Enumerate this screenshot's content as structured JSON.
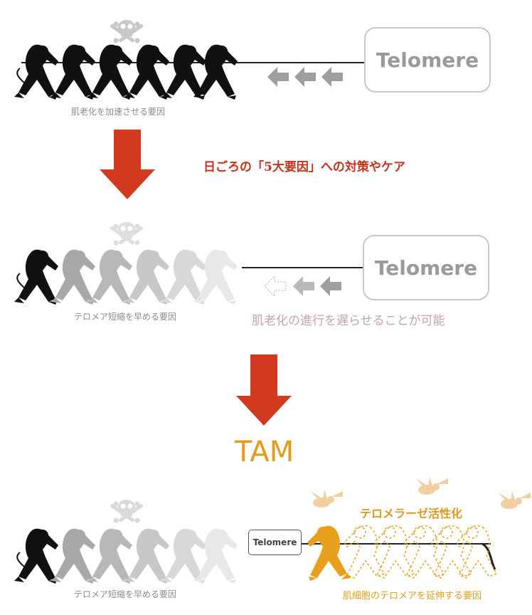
{
  "panel1": {
    "telomere_label": "Telomere",
    "caption": "肌老化を加速させる要因"
  },
  "step1_text": "日ごろの「5大要因」への対策やケア",
  "panel2": {
    "telomere_label": "Telomere",
    "caption": "テロメア短縮を早める要因",
    "slow_text": "肌老化の進行を遅らせることが可能"
  },
  "tam_label": "TAM",
  "panel3": {
    "telomere_label": "Telomere",
    "left_caption": "テロメア短縮を早める要因",
    "activation_text": "テロメラーゼ活性化",
    "right_caption": "肌細胞のテロメアを延伸する要因"
  },
  "colors": {
    "red_arrow": "#d23a1f",
    "step_text": "#c4331d",
    "tam": "#e59a18",
    "orange_figure": "#e8a01c",
    "angel": "#f2cfa0",
    "gray_arrow": "#a0a0a0",
    "figure_dark": "#111111"
  },
  "icons": [
    "skull-crossbones-icon",
    "left-arrow-icon",
    "down-arrow-icon",
    "angel-icon"
  ]
}
